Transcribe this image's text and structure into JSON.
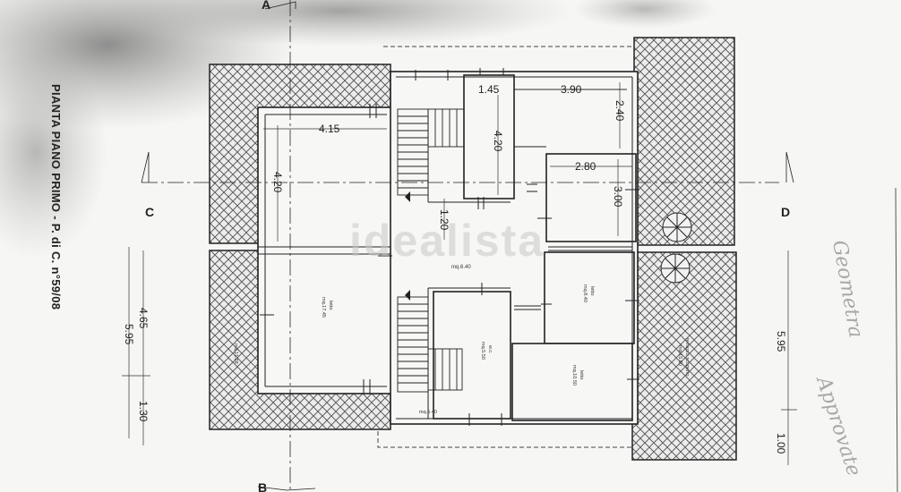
{
  "drawing": {
    "title": "PIANTA PIANO PRIMO - P. di C. n°59/08",
    "section_left": "C",
    "section_right": "D",
    "section_top": "A",
    "section_bottom": "B",
    "watermark": "idealista",
    "handwriting": [
      "Approvate",
      "Geometra"
    ]
  },
  "dimensions": {
    "d_145": "1.45",
    "d_390": "3.90",
    "d_240": "2.40",
    "d_415": "4.15",
    "d_420_center": "4.20",
    "d_420_left": "4.20",
    "d_280": "2.80",
    "d_300": "3.00",
    "d_120": "1.20",
    "left_465": "4.65",
    "left_595": "5.95",
    "left_130": "1.30",
    "right_595": "5.95",
    "right_100": "1.00"
  },
  "rooms": {
    "corridor": "mq.6.40",
    "bed_large_name": "letto",
    "bed_large_area": "mq.17.45",
    "balcony_left_area": "mq.11.28",
    "bed_small_name": "letto",
    "bed_small_area": "mq.8.40",
    "wc_name": "w.c.",
    "wc_area": "mq.5.50",
    "bed_right_name": "letto",
    "bed_right_area": "mq.10.50",
    "stair_area": "mq.5.40",
    "terrace_name": "terrazzo scoperto",
    "terrace_area": "mq.15.60"
  }
}
